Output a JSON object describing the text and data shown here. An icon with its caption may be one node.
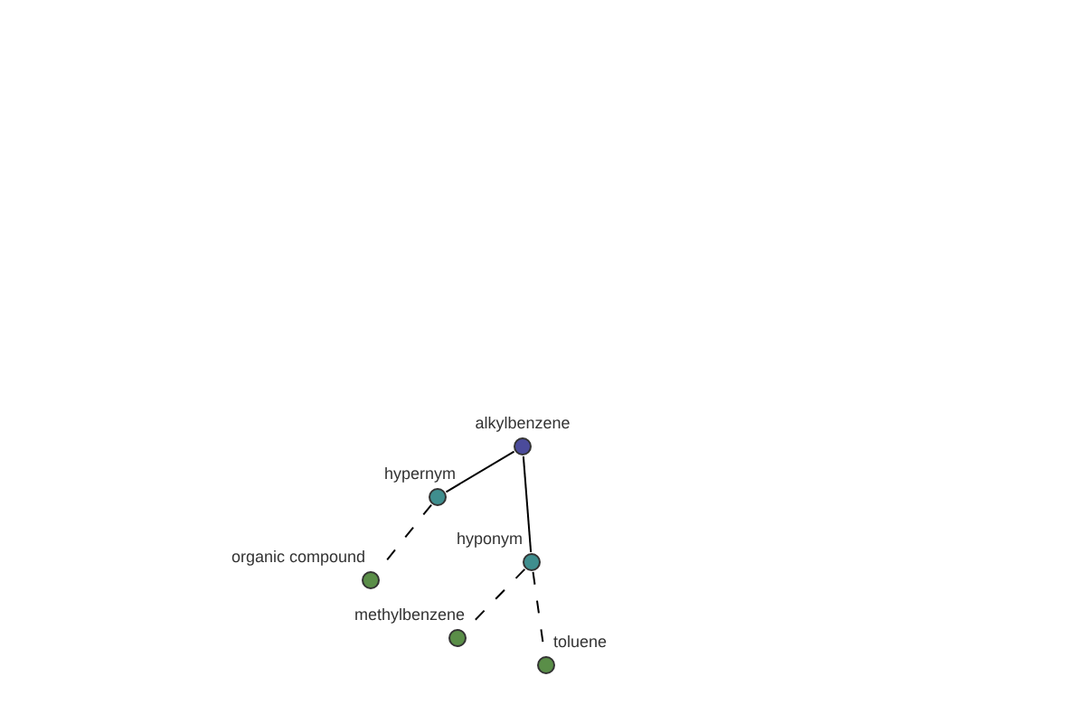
{
  "diagram": {
    "nodes": [
      {
        "text": [
          "alkylbenzene"
        ]
      },
      {
        "text": [
          "hypernym"
        ]
      },
      {
        "text": [
          "organic compound"
        ]
      },
      {
        "text": [
          "hyponym"
        ]
      },
      {
        "text": [
          "methylbenzene"
        ]
      },
      {
        "text": [
          "toluene"
        ]
      }
    ],
    "edges": [
      {
        "from": 0,
        "to": 1,
        "arrow": "none"
      },
      {
        "from": 1,
        "to": 2,
        "arrow": "none",
        "style": "dashed"
      },
      {
        "from": 0,
        "to": 3,
        "arrow": "none"
      },
      {
        "from": 3,
        "to": 4,
        "arrow": "none",
        "style": "dashed"
      },
      {
        "from": 3,
        "to": 5,
        "arrow": "none",
        "style": "dashed"
      }
    ]
  }
}
